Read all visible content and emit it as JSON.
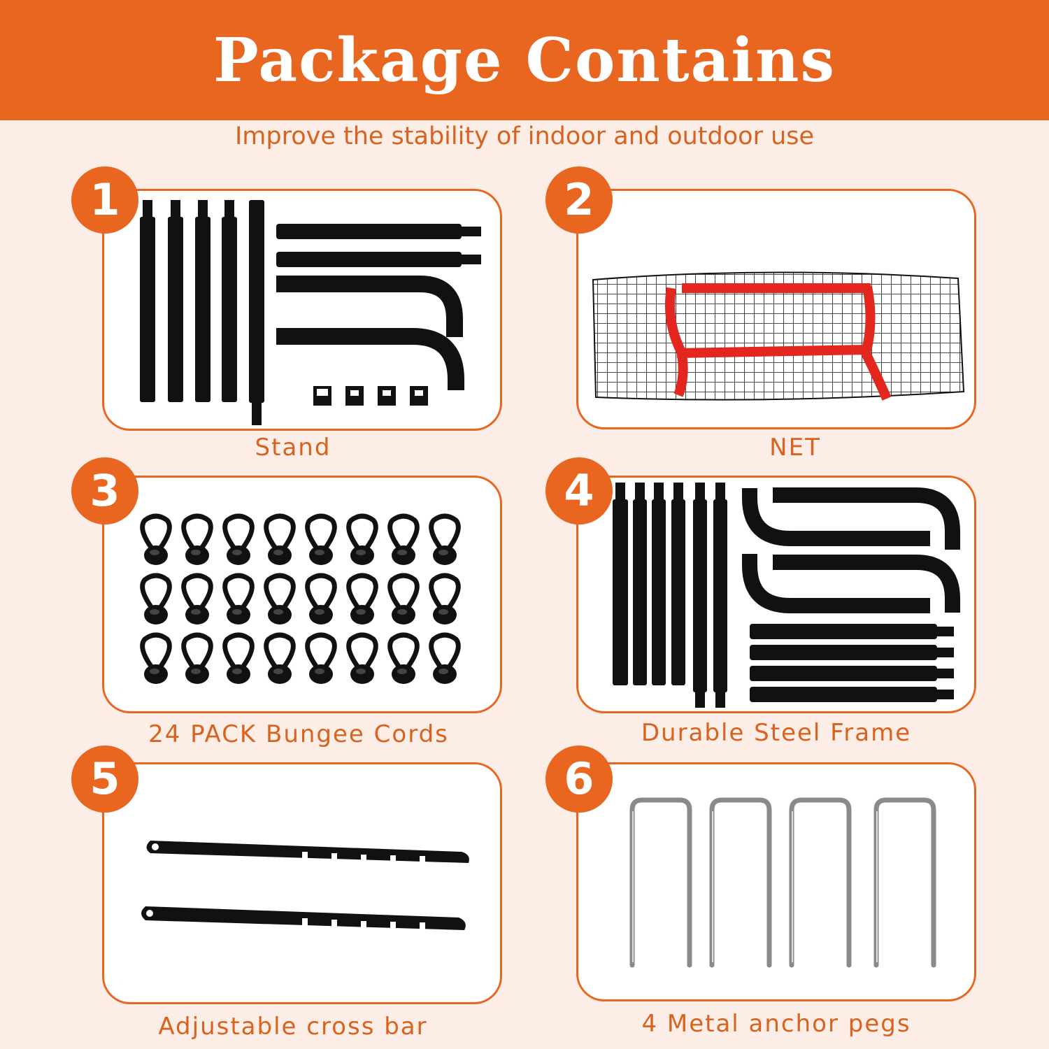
{
  "header": {
    "title": "Package Contains",
    "subtitle": "Improve the stability of indoor and outdoor use"
  },
  "items": [
    {
      "number": "1",
      "label": "Stand",
      "icon": "stand-parts-image"
    },
    {
      "number": "2",
      "label": "NET",
      "icon": "net-bag-image"
    },
    {
      "number": "3",
      "label": "24 PACK Bungee Cords",
      "icon": "bungee-cords-image"
    },
    {
      "number": "4",
      "label": "Durable Steel Frame",
      "icon": "steel-frame-image"
    },
    {
      "number": "5",
      "label": "Adjustable cross bar",
      "icon": "cross-bar-image"
    },
    {
      "number": "6",
      "label": "4 Metal anchor pegs",
      "icon": "anchor-pegs-image"
    }
  ],
  "colors": {
    "accent": "#E8661F",
    "background": "#FCEEE6",
    "caption": "#D8621E",
    "net_strap": "#E3271E"
  }
}
